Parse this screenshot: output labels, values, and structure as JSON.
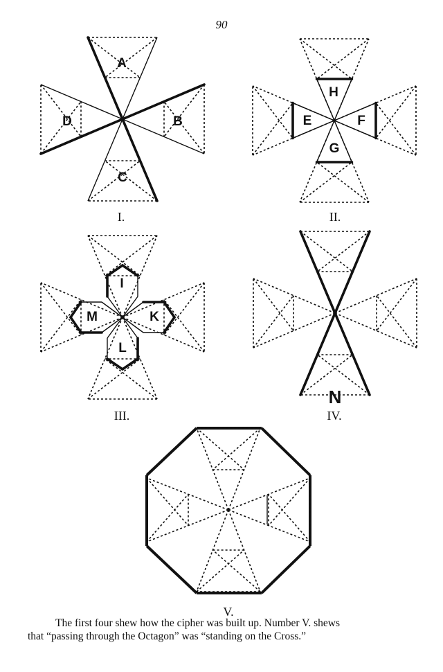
{
  "page": {
    "number": "90"
  },
  "figures": [
    {
      "id": "I",
      "label": "I.",
      "letters": [
        "A",
        "B",
        "C",
        "D"
      ]
    },
    {
      "id": "II",
      "label": "II.",
      "letters": [
        "H",
        "F",
        "G",
        "E"
      ]
    },
    {
      "id": "III",
      "label": "III.",
      "letters": [
        "I",
        "K",
        "L",
        "M"
      ]
    },
    {
      "id": "IV",
      "label": "IV.",
      "letters": [
        "N"
      ]
    },
    {
      "id": "V",
      "label": "V.",
      "letters": []
    }
  ],
  "caption": {
    "line1": "The first four shew how the cipher was built up.   Number V. shews",
    "line2": "that “passing through the Octagon” was “standing on the Cross.”"
  }
}
